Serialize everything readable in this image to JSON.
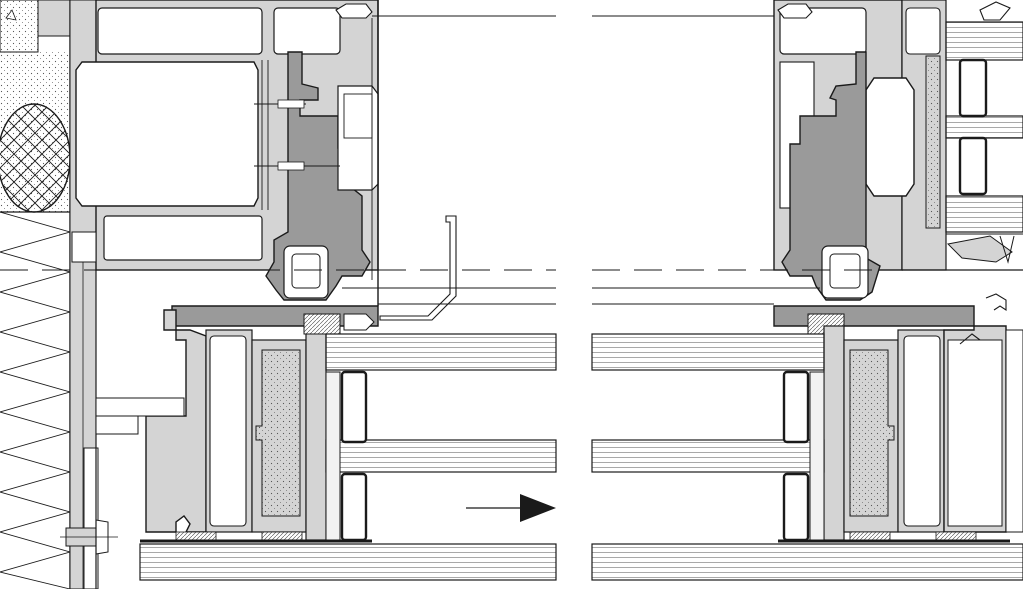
{
  "drawing": {
    "type": "architectural-section-detail",
    "subject": "sliding-window-frame-section",
    "break_gap": "true",
    "colors": {
      "line": "#1a1a1a",
      "profile_fill": "#d4d4d4",
      "gasket_fill": "#9a9a9a",
      "insulation_fill": "#f2f2f2",
      "glass_line": "#6f6f6f",
      "background": "#ffffff"
    },
    "icons": {
      "direction": "arrow-right-icon",
      "crosshatch": "insulation-crosshatch",
      "zigzag": "wall-insulation-zigzag"
    }
  }
}
